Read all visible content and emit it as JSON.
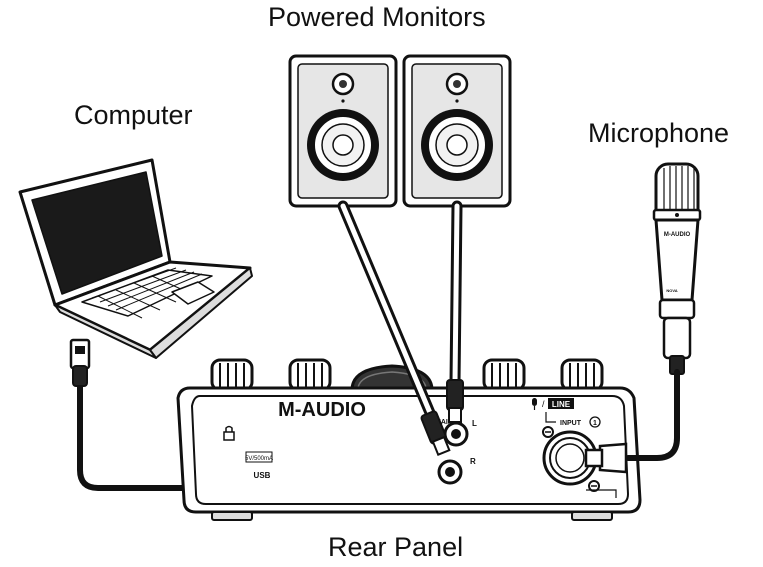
{
  "labels": {
    "powered_monitors": "Powered Monitors",
    "computer": "Computer",
    "microphone": "Microphone",
    "rear_panel": "Rear Panel"
  },
  "interface": {
    "brand": "M-AUDIO",
    "usb_label": "USB",
    "line_label": "LINE",
    "input_label": "INPUT",
    "input_number": "1",
    "output_left_label": "L",
    "output_right_label": "R",
    "output_main_label": "MAIN",
    "power_label": "5V/500mA"
  },
  "microphone": {
    "brand": "M-AUDIO",
    "model": "NOVA"
  }
}
